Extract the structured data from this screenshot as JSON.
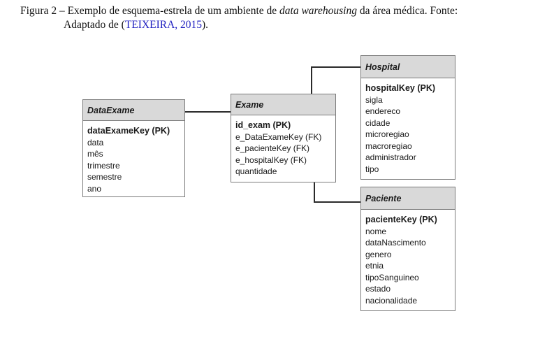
{
  "caption": {
    "prefix": "Figura 2 – Exemplo de esquema-estrela de um ambiente de ",
    "italic": "data warehousing",
    "suffix": " da área médica. Fonte:",
    "line2_prefix": "Adaptado de (",
    "cite_author": "TEIXEIRA",
    "cite_sep": ", ",
    "cite_year": "2015",
    "line2_suffix": ")."
  },
  "tables": {
    "dataexame": {
      "name": "DataExame",
      "pk": "dataExameKey (PK)",
      "fields": [
        "data",
        "mês",
        "trimestre",
        "semestre",
        "ano"
      ]
    },
    "exame": {
      "name": "Exame",
      "pk": "id_exam (PK)",
      "fields": [
        "e_DataExameKey (FK)",
        "e_pacienteKey (FK)",
        "e_hospitalKey (FK)",
        "quantidade"
      ]
    },
    "hospital": {
      "name": "Hospital",
      "pk": "hospitalKey (PK)",
      "fields": [
        "sigla",
        "endereco",
        "cidade",
        "microregiao",
        "macroregiao",
        "administrador",
        "tipo"
      ]
    },
    "paciente": {
      "name": "Paciente",
      "pk": "pacienteKey (PK)",
      "fields": [
        "nome",
        "dataNascimento",
        "genero",
        "etnia",
        "tipoSanguineo",
        "estado",
        "nacionalidade"
      ]
    }
  }
}
